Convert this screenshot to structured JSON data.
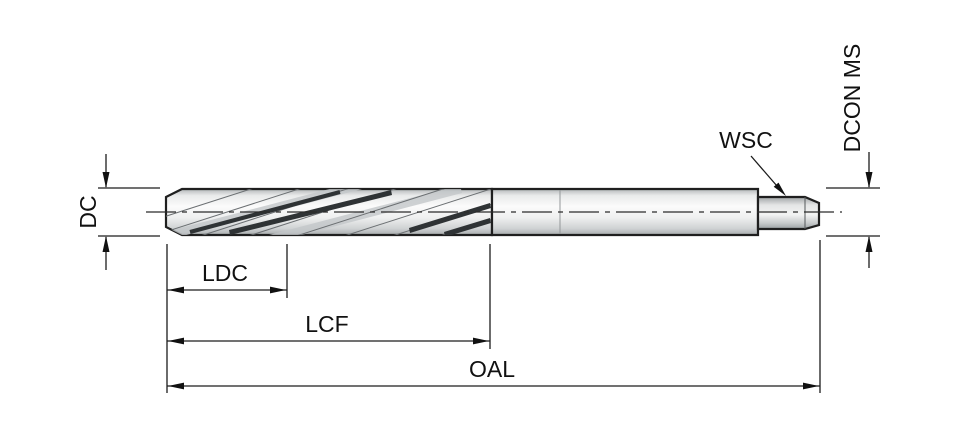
{
  "labels": {
    "dc": "DC",
    "ldc": "LDC",
    "lcf": "LCF",
    "oal": "OAL",
    "wsc": "WSC",
    "dcon_ms": "DCON MS"
  },
  "colors": {
    "background": "#ffffff",
    "outline": "#1f1f1f",
    "dimension_lines": "#1c1c1c",
    "metal_light": "#fbfbfb",
    "metal_mid": "#d9dbdc",
    "metal_dark": "#a8acae",
    "flute_shadow": "#2f3335"
  }
}
